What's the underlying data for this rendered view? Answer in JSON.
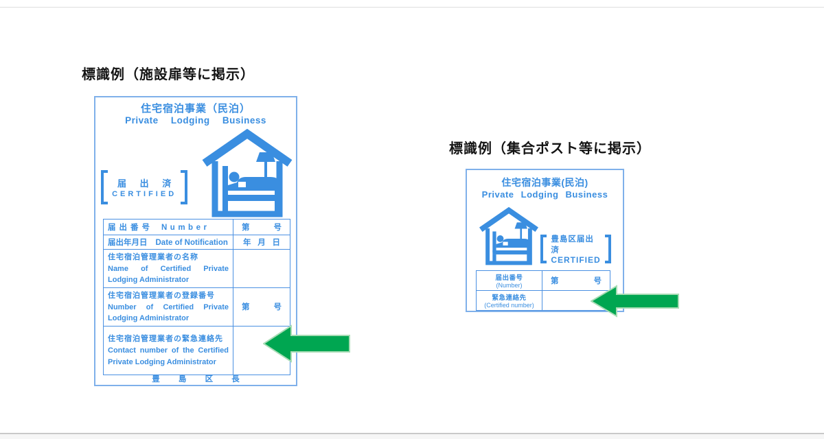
{
  "page": {
    "left_caption": "標識例（施設扉等に掲示）",
    "right_caption": "標識例（集合ポスト等に掲示）"
  },
  "left_card": {
    "title_jp": "住宅宿泊事業（民泊）",
    "title_en": "Private Lodging Business",
    "badge_jp": "届 出 済",
    "badge_en": "CERTIFIED",
    "table": {
      "rows": [
        {
          "label_jp": "届出番号",
          "label_en": "Number",
          "value_left": "第",
          "value_right": "号"
        },
        {
          "label_jp": "届出年月日",
          "label_en": "Date of Notification",
          "value_parts": [
            "年",
            "月",
            "日"
          ]
        },
        {
          "label_jp": "住宅宿泊管理業者の名称",
          "label_en": "Name of Certified Private Lodging Administrator",
          "value": ""
        },
        {
          "label_jp": "住宅宿泊管理業者の登録番号",
          "label_en": "Number of Certified Private Lodging Administrator",
          "value_left": "第",
          "value_right": "号"
        },
        {
          "label_jp": "住宅宿泊管理業者の緊急連絡先",
          "label_en": "Contact number of the Certified Private Lodging Administrator",
          "value": ""
        }
      ]
    },
    "footer": "豊 島 区 長"
  },
  "right_card": {
    "title_jp": "住宅宿泊事業(民泊)",
    "title_en": "Private Lodging Business",
    "badge_jp": "豊島区届出済",
    "badge_en": "CERTIFIED",
    "table": {
      "rows": [
        {
          "label_jp": "届出番号",
          "label_en": "(Number)",
          "value_left": "第",
          "value_right": "号"
        },
        {
          "label_jp": "緊急連絡先",
          "label_en": "(Certified number)",
          "value": ""
        }
      ]
    }
  },
  "icons": {
    "house_icon": "house-with-bed-and-lamp pictogram",
    "left_arrow_icon": "green left-pointing arrow",
    "right_arrow_icon": "green left-pointing arrow"
  },
  "colors": {
    "accent_blue": "#3A8EE0",
    "card_border_blue": "#7FB0EA",
    "table_border_blue": "#4A90E2",
    "arrow_green": "#00A651",
    "arrow_edge_green": "#A8DCB5",
    "caption_black": "#141414"
  }
}
